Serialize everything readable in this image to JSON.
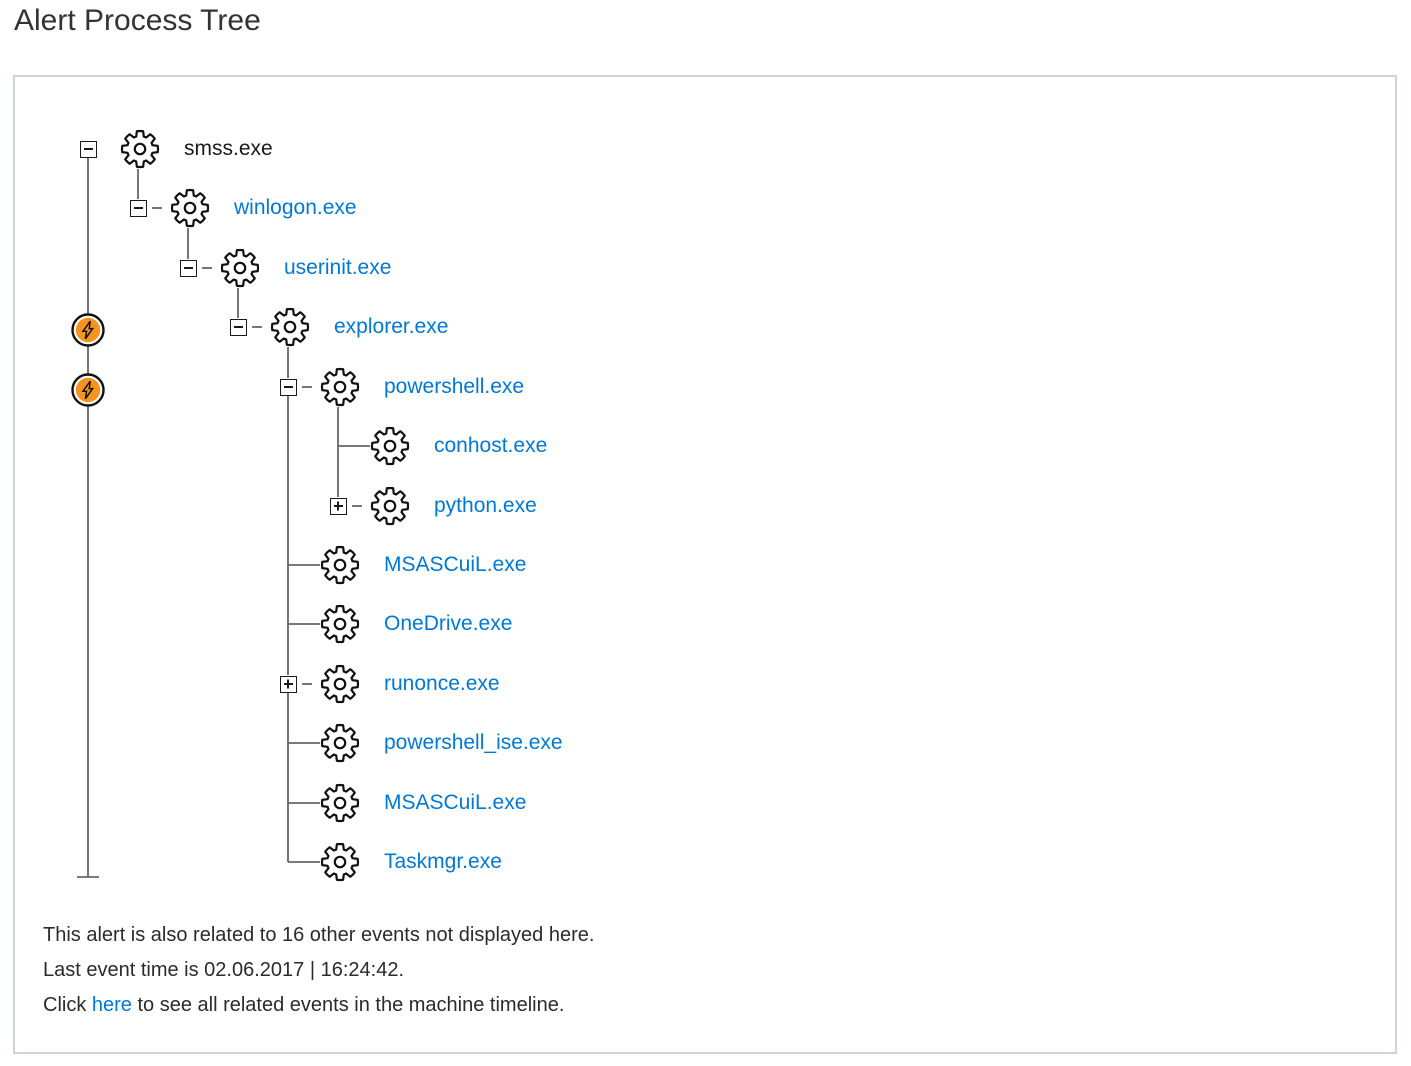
{
  "page": {
    "title": "Alert Process Tree"
  },
  "colors": {
    "link": "#0078d7",
    "text_dark": "#1a1a1a",
    "title_text": "#333333",
    "connector_line": "#666666",
    "panel_border": "#cdd3df",
    "alert_orange": "#f7941e",
    "icon_stroke": "#111111"
  },
  "tree": {
    "nodes": [
      {
        "name": "smss.exe",
        "level": 0,
        "expander": "minus",
        "link": false,
        "icon": "gear"
      },
      {
        "name": "winlogon.exe",
        "level": 1,
        "expander": "minus",
        "link": true,
        "icon": "gear"
      },
      {
        "name": "userinit.exe",
        "level": 2,
        "expander": "minus",
        "link": true,
        "icon": "gear"
      },
      {
        "name": "explorer.exe",
        "level": 3,
        "expander": "minus",
        "link": true,
        "icon": "gear"
      },
      {
        "name": "powershell.exe",
        "level": 4,
        "expander": "minus",
        "link": true,
        "icon": "gear"
      },
      {
        "name": "conhost.exe",
        "level": 5,
        "expander": "none",
        "link": true,
        "icon": "gear"
      },
      {
        "name": "python.exe",
        "level": 5,
        "expander": "plus",
        "link": true,
        "icon": "gear"
      },
      {
        "name": "MSASCuiL.exe",
        "level": 4,
        "expander": "none",
        "link": true,
        "icon": "gear"
      },
      {
        "name": "OneDrive.exe",
        "level": 4,
        "expander": "none",
        "link": true,
        "icon": "gear"
      },
      {
        "name": "runonce.exe",
        "level": 4,
        "expander": "plus",
        "link": true,
        "icon": "gear"
      },
      {
        "name": "powershell_ise.exe",
        "level": 4,
        "expander": "none",
        "link": true,
        "icon": "gear"
      },
      {
        "name": "MSASCuiL.exe",
        "level": 4,
        "expander": "none",
        "link": true,
        "icon": "gear"
      },
      {
        "name": "Taskmgr.exe",
        "level": 4,
        "expander": "none",
        "link": true,
        "icon": "gear"
      }
    ],
    "alert_markers": [
      {
        "row": 3,
        "icon": "alert-lightning"
      },
      {
        "row": 4,
        "icon": "alert-lightning"
      }
    ]
  },
  "footer": {
    "line1": "This alert is also related to 16 other events not displayed here.",
    "line2": "Last event time is 02.06.2017 | 16:24:42.",
    "line3_prefix": "Click ",
    "line3_link": "here",
    "line3_suffix": " to see all related events in the machine timeline."
  }
}
